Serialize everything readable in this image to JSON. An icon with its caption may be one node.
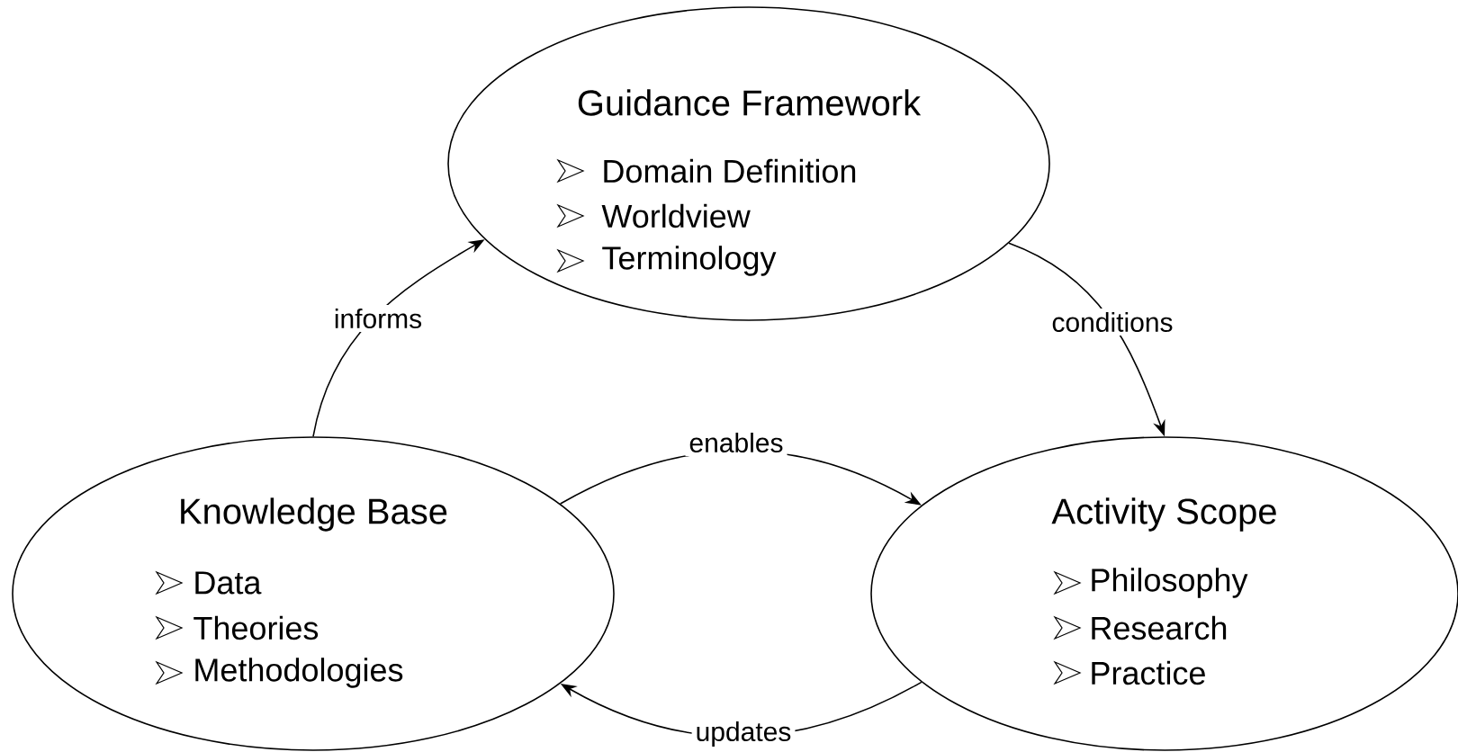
{
  "diagram": {
    "nodes": [
      {
        "text": [
          "Guidance Framework",
          "Domain Definition",
          "Worldview",
          "Terminology"
        ]
      },
      {
        "text": [
          "Knowledge Base",
          "Data",
          "Theories",
          "Methodologies"
        ]
      },
      {
        "text": [
          "Activity Scope",
          "Philosophy",
          "Research",
          "Practice"
        ]
      }
    ],
    "edges": [
      {
        "from": 1,
        "to": 0,
        "arrow": "to",
        "label": "informs"
      },
      {
        "from": 0,
        "to": 2,
        "arrow": "to",
        "label": "conditions"
      },
      {
        "from": 1,
        "to": 2,
        "arrow": "to",
        "label": "enables"
      },
      {
        "from": 2,
        "to": 1,
        "arrow": "to",
        "label": "updates"
      }
    ]
  }
}
